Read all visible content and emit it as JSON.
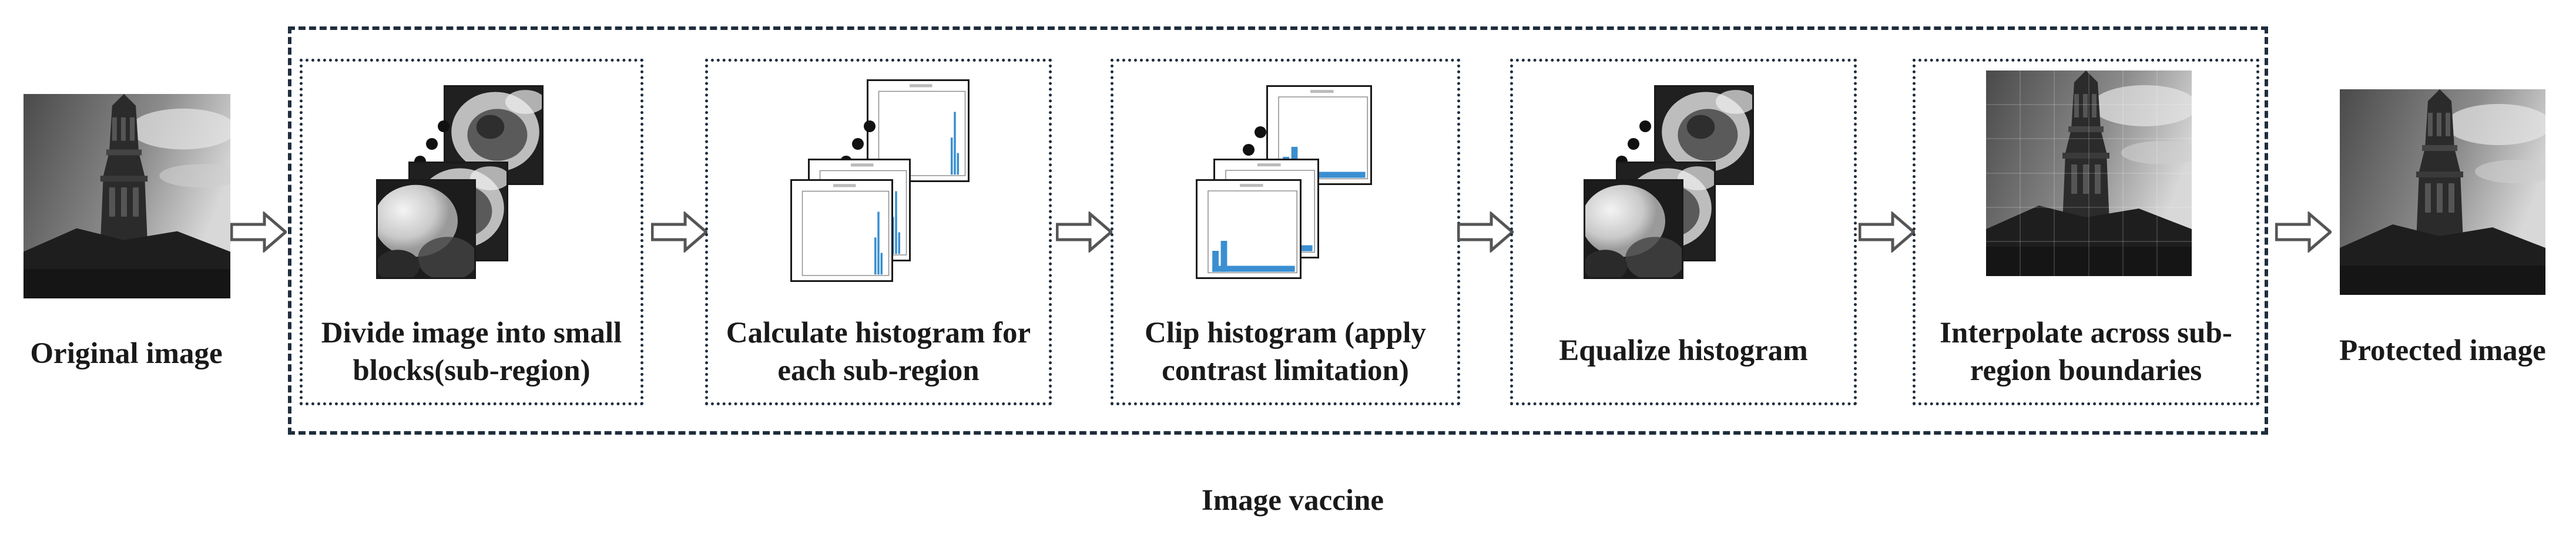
{
  "original": {
    "label": "Original image"
  },
  "protected": {
    "label": "Protected image"
  },
  "pipeline": {
    "title": "Image vaccine",
    "steps": [
      {
        "label": "Divide image into small blocks(sub-region)"
      },
      {
        "label": "Calculate histogram for each sub-region"
      },
      {
        "label": "Clip histogram (apply contrast limitation)"
      },
      {
        "label": "Equalize histogram"
      },
      {
        "label": "Interpolate across sub-region boundaries"
      }
    ]
  },
  "colors": {
    "border": "#1f2d3d",
    "histogram": "#3a8fd1",
    "arrow": "#555555"
  }
}
